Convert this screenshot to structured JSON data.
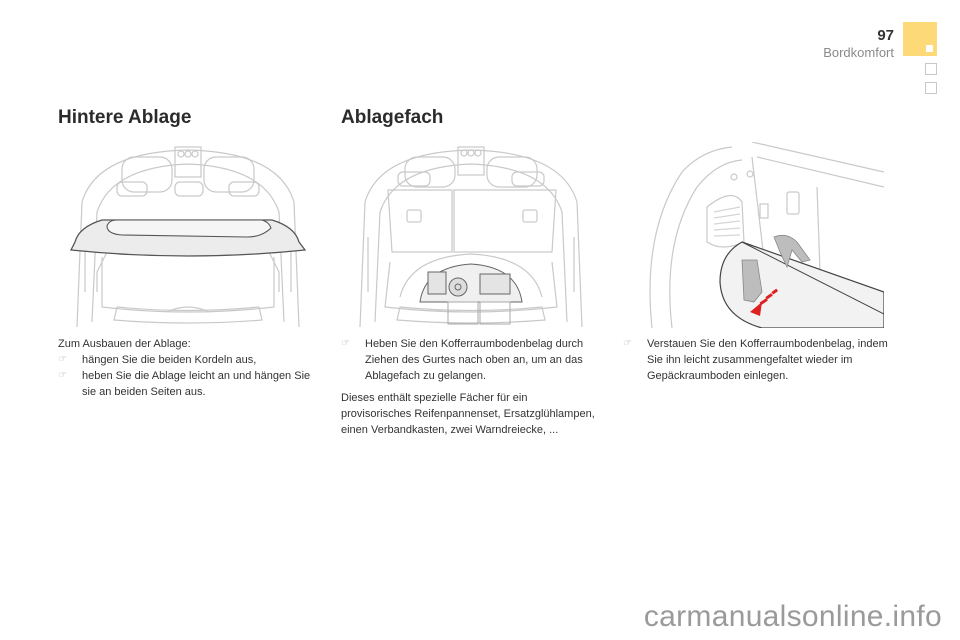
{
  "header": {
    "page_number": "97",
    "chapter": "Bordkomfort",
    "tab_color": "#fdd978"
  },
  "sections": [
    {
      "title": "Hintere Ablage",
      "illustration": "hatchback-trunk-with-parcel-shelf",
      "intro": "Zum Ausbauen der Ablage:",
      "bullets": [
        "hängen Sie die beiden Kordeln aus,",
        "heben Sie die Ablage leicht an und hängen Sie sie an beiden Seiten aus."
      ]
    },
    {
      "title": "Ablagefach",
      "illustration": "trunk-storage-compartment-under-floor",
      "bullets": [
        "Heben Sie den Kofferraumbodenbelag durch Ziehen des Gurtes nach oben an, um an das Ablagefach zu gelangen."
      ],
      "paragraph": "Dieses enthält spezielle Fächer für ein provisorisches Reifenpannenset, Ersatzglühlampen, einen Verbandkasten, zwei Warndreiecke, ..."
    },
    {
      "illustration": "folding-trunk-floor-with-hands-and-arrow",
      "bullets": [
        "Verstauen Sie den Kofferraumbodenbelag, indem Sie ihn leicht zusammengefaltet wieder im Gepäckraumboden einlegen."
      ]
    }
  ],
  "bullet_icon": "☞",
  "accent_arrow_color": "#e02020",
  "watermark": "carmanualsonline.info"
}
